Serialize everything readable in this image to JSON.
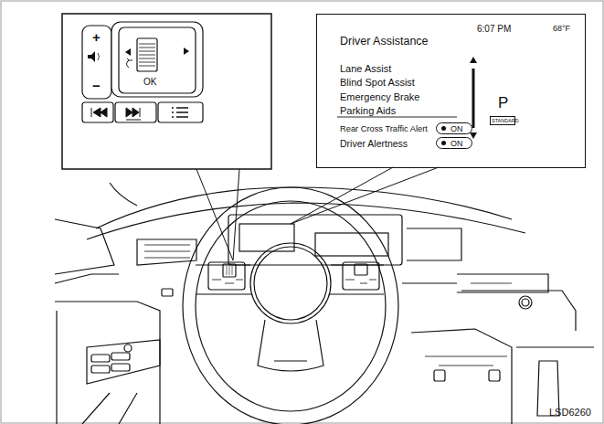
{
  "diagram": {
    "nodes": [
      {
        "text": [
          "Driver Assistance",
          "6:07 PM",
          "68°F",
          "Lane Assist",
          "Blind Spot Assist",
          "Emergency Brake",
          "Parking Aids",
          "Rear Cross Traffic Alert",
          "Driver Alertness",
          "P"
        ]
      },
      {
        "text": [
          "ON"
        ],
        "in": 0
      },
      {
        "text": [
          "ON"
        ],
        "in": 0
      },
      {
        "text": [
          "STANDARD"
        ],
        "in": 0
      }
    ],
    "labels": [
      "+",
      "−",
      "OK",
      "LSD6260"
    ]
  }
}
